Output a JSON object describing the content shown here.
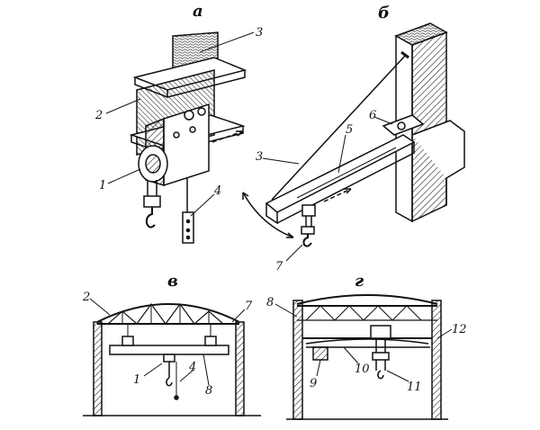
{
  "panels": {
    "a": "а",
    "b": "б",
    "v": "в",
    "g": "г"
  },
  "callouts": {
    "a": [
      "3",
      "2",
      "1",
      "4"
    ],
    "b": [
      "6",
      "5",
      "3",
      "7"
    ],
    "v": [
      "2",
      "7",
      "1",
      "4",
      "8"
    ],
    "g": [
      "8",
      "12",
      "9",
      "10",
      "11"
    ]
  }
}
